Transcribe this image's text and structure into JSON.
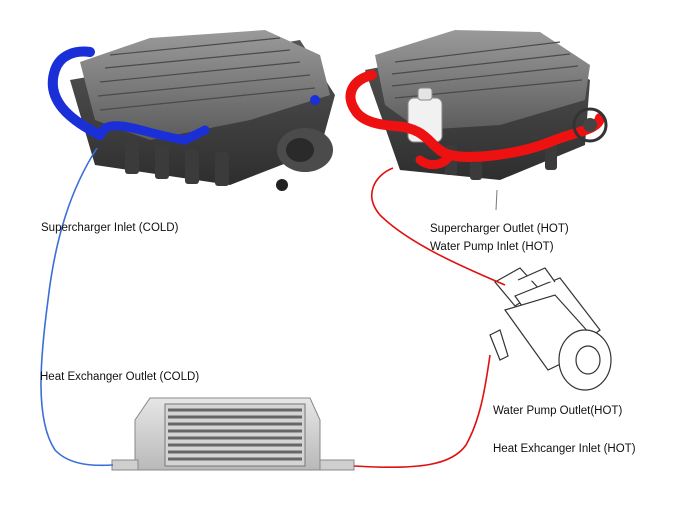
{
  "labels": {
    "supercharger_inlet": "Supercharger Inlet (COLD)",
    "supercharger_outlet": "Supercharger Outlet (HOT)",
    "water_pump_inlet": "Water Pump Inlet (HOT)",
    "heat_exchanger_outlet": "Heat Exchanger Outlet (COLD)",
    "water_pump_outlet": "Water Pump Outlet(HOT)",
    "heat_exchanger_inlet": "Heat Exhcanger Inlet (HOT)"
  },
  "colors": {
    "cold_line": "#3b6fd6",
    "hot_line": "#e01010",
    "cold_hose": "#1a2fd8",
    "hot_hose": "#ee1111",
    "casting": "#6e6e6e",
    "casting_dark": "#3d3d3d"
  },
  "icons": {
    "supercharger_left": "supercharger-cold-icon",
    "supercharger_right": "supercharger-hot-icon",
    "water_pump": "water-pump-icon",
    "heat_exchanger": "heat-exchanger-icon"
  }
}
